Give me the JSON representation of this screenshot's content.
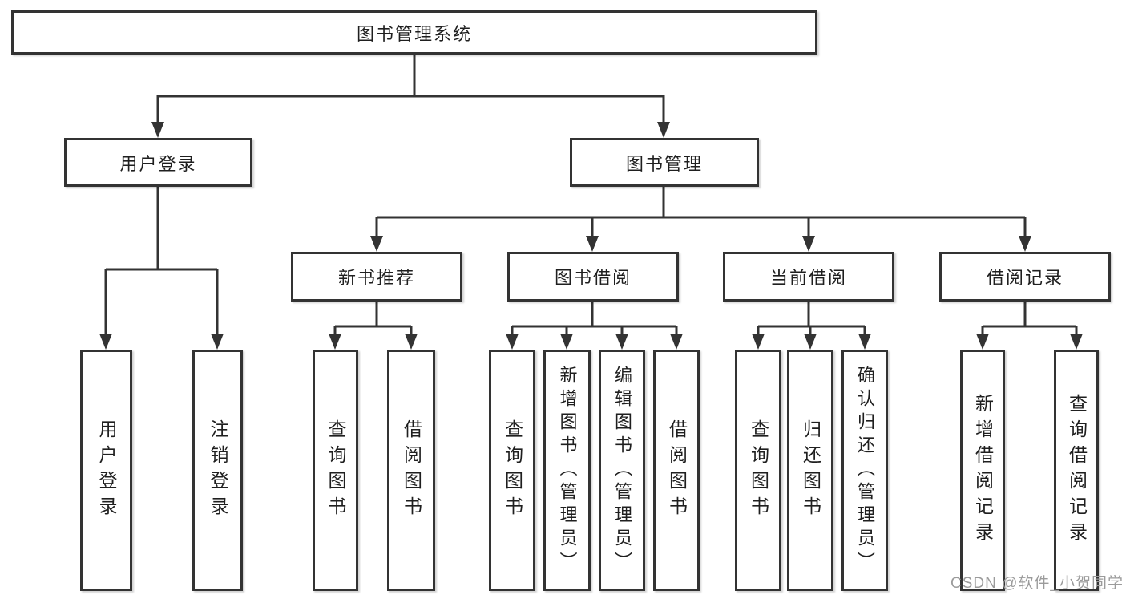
{
  "diagram": {
    "type": "hierarchy-tree",
    "line_color": "#333333",
    "box_background": "#ffffff",
    "text_color": "#1f1f1f"
  },
  "nodes": {
    "root": "图书管理系统",
    "user_login": "用户登录",
    "book_mgmt": "图书管理",
    "new_book_rec": "新书推荐",
    "book_borrow": "图书借阅",
    "current_borrow": "当前借阅",
    "borrow_records": "借阅记录",
    "leaf_user_login": "用户登录",
    "leaf_logout": "注销登录",
    "leaf_nbr_query": "查询图书",
    "leaf_nbr_borrow": "借阅图书",
    "leaf_bb_query": "查询图书",
    "leaf_bb_add": "新增图书（管理员）",
    "leaf_bb_edit": "编辑图书（管理员）",
    "leaf_bb_borrow": "借阅图书",
    "leaf_cb_query": "查询图书",
    "leaf_cb_return": "归还图书",
    "leaf_cb_confirm": "确认归还（管理员）",
    "leaf_br_add": "新增借阅记录",
    "leaf_br_query": "查询借阅记录"
  },
  "watermark": {
    "text": "CSDN @软件_小贺同学",
    "color": "#9b9b9b"
  }
}
